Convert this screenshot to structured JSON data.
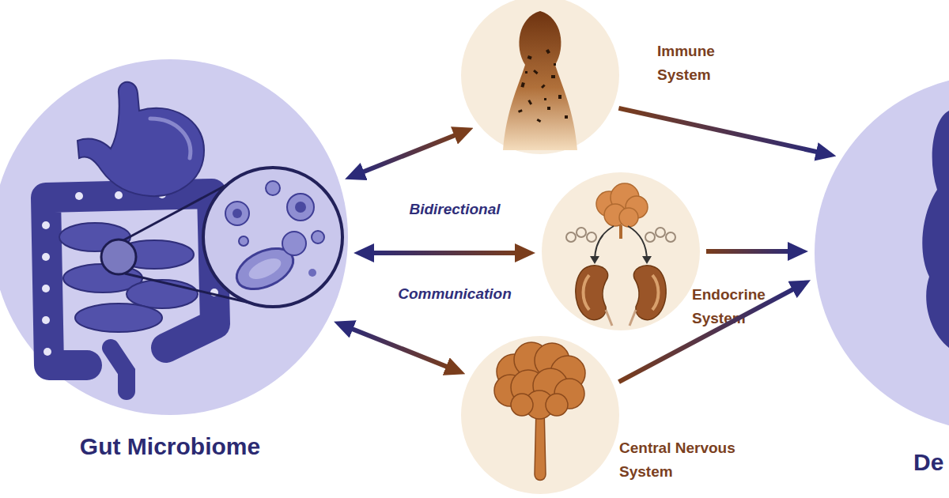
{
  "diagram": {
    "nodes": [
      {
        "text": [
          "Gut Microbiome"
        ]
      },
      {
        "text": [
          "Immune System"
        ]
      },
      {
        "text": [
          "Endocrine System"
        ]
      },
      {
        "text": [
          "Central Nervous System"
        ]
      },
      {
        "text": [
          "De"
        ]
      }
    ],
    "edges": [
      {
        "from": 0,
        "to": 1,
        "arrow": "both"
      },
      {
        "from": 0,
        "to": 2,
        "arrow": "both"
      },
      {
        "from": 0,
        "to": 3,
        "arrow": "both"
      },
      {
        "from": 1,
        "to": 4,
        "arrow": "to"
      },
      {
        "from": 2,
        "to": 4,
        "arrow": "to"
      },
      {
        "from": 3,
        "to": 4,
        "arrow": "to"
      }
    ],
    "labels": [
      "Bidirectional",
      "Communication"
    ]
  }
}
